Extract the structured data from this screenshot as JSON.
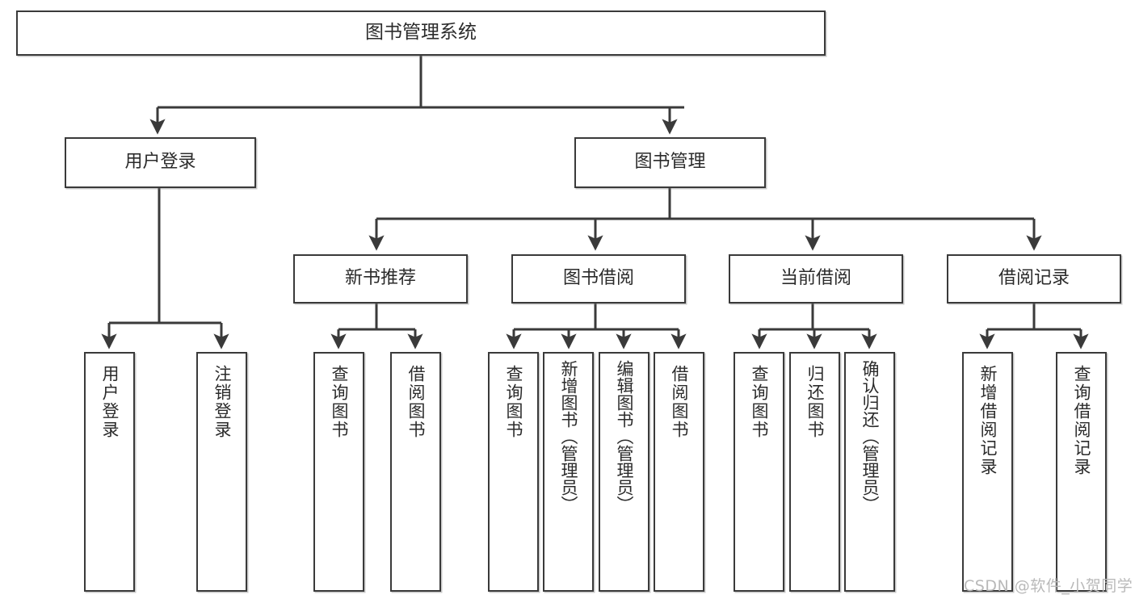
{
  "diagram": {
    "title": "图书管理系统",
    "type": "functional-structure-tree",
    "watermark": "CSDN @软件_小贺同学",
    "colors": {
      "background": "#ffffff",
      "box_border": "#3a3a3a",
      "box_fill": "#ffffff",
      "text": "#2b2b2b",
      "edge": "#3a3a3a",
      "watermark": "#b9b9b9"
    },
    "nodes": {
      "root": {
        "id": "root",
        "label": "图书管理系统",
        "level": 1
      },
      "level2": [
        {
          "id": "user-login",
          "label": "用户登录",
          "level": 2
        },
        {
          "id": "book-management",
          "label": "图书管理",
          "level": 2
        }
      ],
      "level3": [
        {
          "id": "new-book-recommend",
          "label": "新书推荐",
          "level": 3,
          "parent": "book-management"
        },
        {
          "id": "book-borrow",
          "label": "图书借阅",
          "level": 3,
          "parent": "book-management"
        },
        {
          "id": "current-borrow",
          "label": "当前借阅",
          "level": 3,
          "parent": "book-management"
        },
        {
          "id": "borrow-record",
          "label": "借阅记录",
          "level": 3,
          "parent": "book-management"
        }
      ],
      "leaves": [
        {
          "id": "leaf-user-login",
          "label": "用户登录",
          "parent": "user-login"
        },
        {
          "id": "leaf-logout-login",
          "label": "注销登录",
          "parent": "user-login"
        },
        {
          "id": "leaf-query-book-rec",
          "label": "查询图书",
          "parent": "new-book-recommend"
        },
        {
          "id": "leaf-borrow-book-rec",
          "label": "借阅图书",
          "parent": "new-book-recommend"
        },
        {
          "id": "leaf-query-book-borrow",
          "label": "查询图书",
          "parent": "book-borrow"
        },
        {
          "id": "leaf-add-book-admin",
          "label": "新增图书（管理员）",
          "parent": "book-borrow"
        },
        {
          "id": "leaf-edit-book-admin",
          "label": "编辑图书（管理员）",
          "parent": "book-borrow"
        },
        {
          "id": "leaf-borrow-book",
          "label": "借阅图书",
          "parent": "book-borrow"
        },
        {
          "id": "leaf-query-book-current",
          "label": "查询图书",
          "parent": "current-borrow"
        },
        {
          "id": "leaf-return-book",
          "label": "归还图书",
          "parent": "current-borrow"
        },
        {
          "id": "leaf-confirm-return-admin",
          "label": "确认归还（管理员）",
          "parent": "current-borrow"
        },
        {
          "id": "leaf-add-borrow-record",
          "label": "新增借阅记录",
          "parent": "borrow-record"
        },
        {
          "id": "leaf-query-borrow-record",
          "label": "查询借阅记录",
          "parent": "borrow-record"
        }
      ]
    }
  }
}
